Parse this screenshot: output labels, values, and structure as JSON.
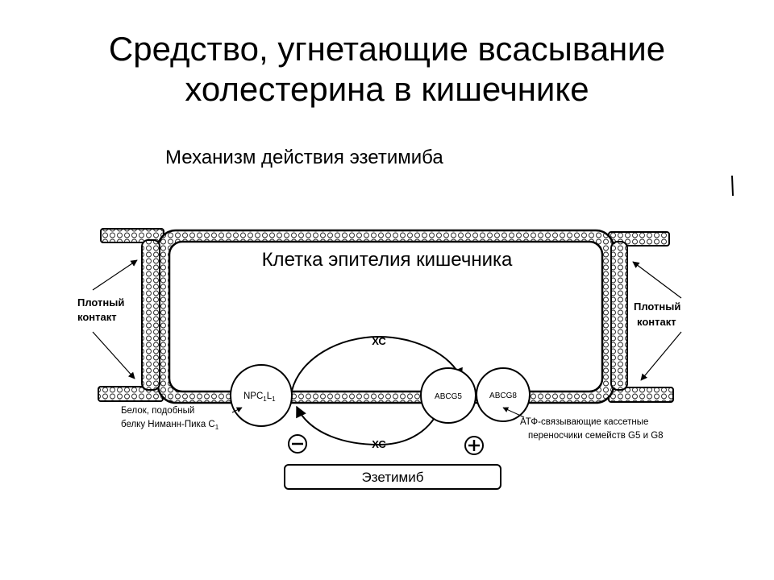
{
  "title_line1": "Средство, угнетающие всасывание",
  "title_line2": "холестерина в кишечнике",
  "subtitle": "Механизм действия эзетимиба",
  "diagram": {
    "cell_label": "Клетка эпителия кишечника",
    "tight_junction_left": [
      "Плотный",
      "контакт"
    ],
    "tight_junction_right": [
      "Плотный",
      "контакт"
    ],
    "xc_top": "ХС",
    "xc_bottom": "ХС",
    "npc_label": "NPC",
    "npc_sub1": "1",
    "npc_L": "L",
    "npc_sub2": "1",
    "npc_desc": [
      "Белок, подобный",
      "белку Ниманн-Пика С"
    ],
    "npc_desc_sub": "1",
    "abcg5": "ABCG5",
    "abcg8": "ABCG8",
    "abc_desc": [
      "АТФ-связывающие кассетные",
      "переносчики семейств G5 и G8"
    ],
    "minus": "−",
    "plus": "+",
    "drug": "Эзетимиб"
  }
}
